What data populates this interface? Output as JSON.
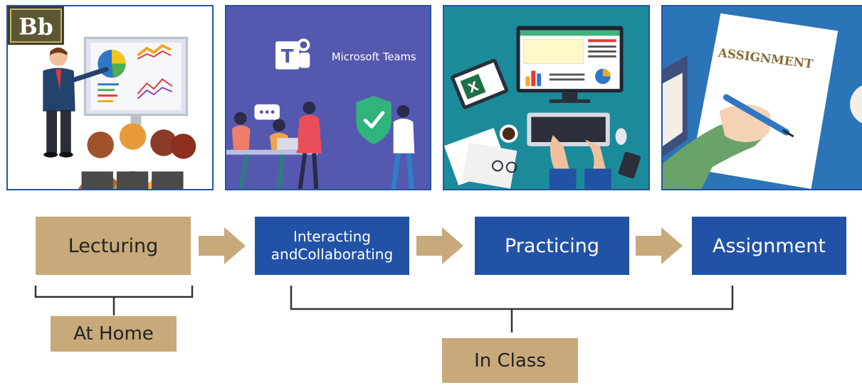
{
  "panels": {
    "blackboard": {
      "logo_text": "Bb"
    },
    "teams": {
      "brand_label": "Microsoft Teams",
      "logo_letter": "T"
    },
    "excel": {
      "logo_letter": "X"
    },
    "assignment": {
      "paper_title": "ASSIGNMENT"
    }
  },
  "steps": [
    {
      "label": "Lecturing"
    },
    {
      "label_line1": "Interacting",
      "label_line2": "andCollaborating"
    },
    {
      "label": "Practicing"
    },
    {
      "label": "Assignment"
    }
  ],
  "groups": {
    "home": "At Home",
    "class": "In Class"
  },
  "colors": {
    "tan": "#c8a97a",
    "blue": "#2252a6",
    "panel_border": "#2355a3",
    "teams_bg": "#5558af",
    "teal_bg": "#1b8a9a",
    "assign_bg": "#2b74b8"
  }
}
